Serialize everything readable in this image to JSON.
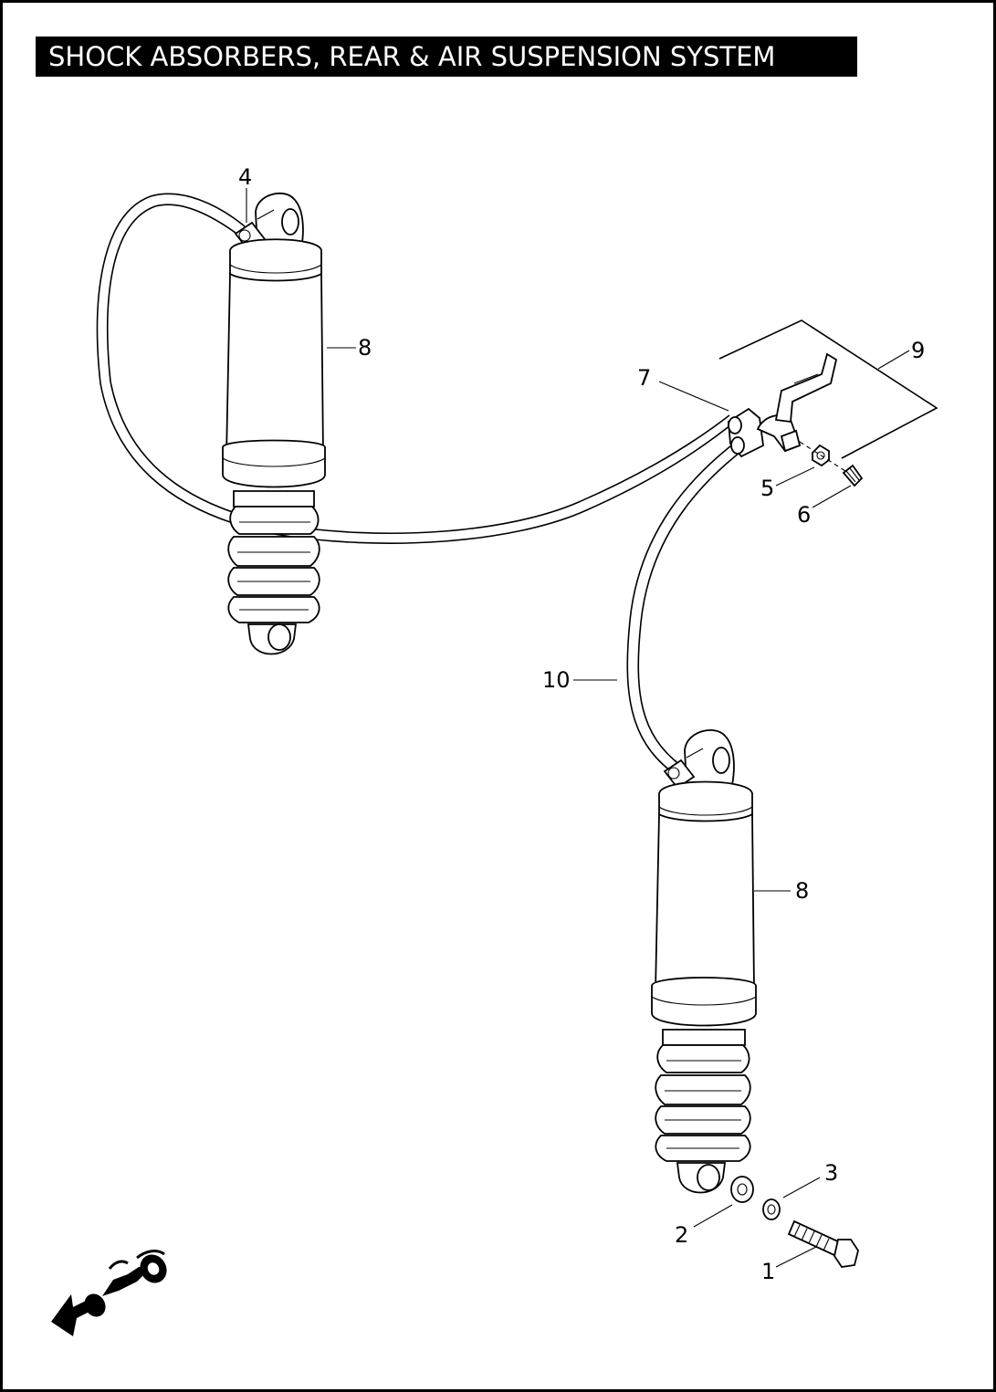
{
  "title": "SHOCK ABSORBERS, REAR & AIR SUSPENSION SYSTEM",
  "callouts": {
    "c1": "1",
    "c2": "2",
    "c3": "3",
    "c4": "4",
    "c5": "5",
    "c6": "6",
    "c7": "7",
    "c8a": "8",
    "c8b": "8",
    "c9": "9",
    "c10": "10"
  },
  "icons": {
    "orientation": "motorcycle-front-arrow-icon"
  }
}
